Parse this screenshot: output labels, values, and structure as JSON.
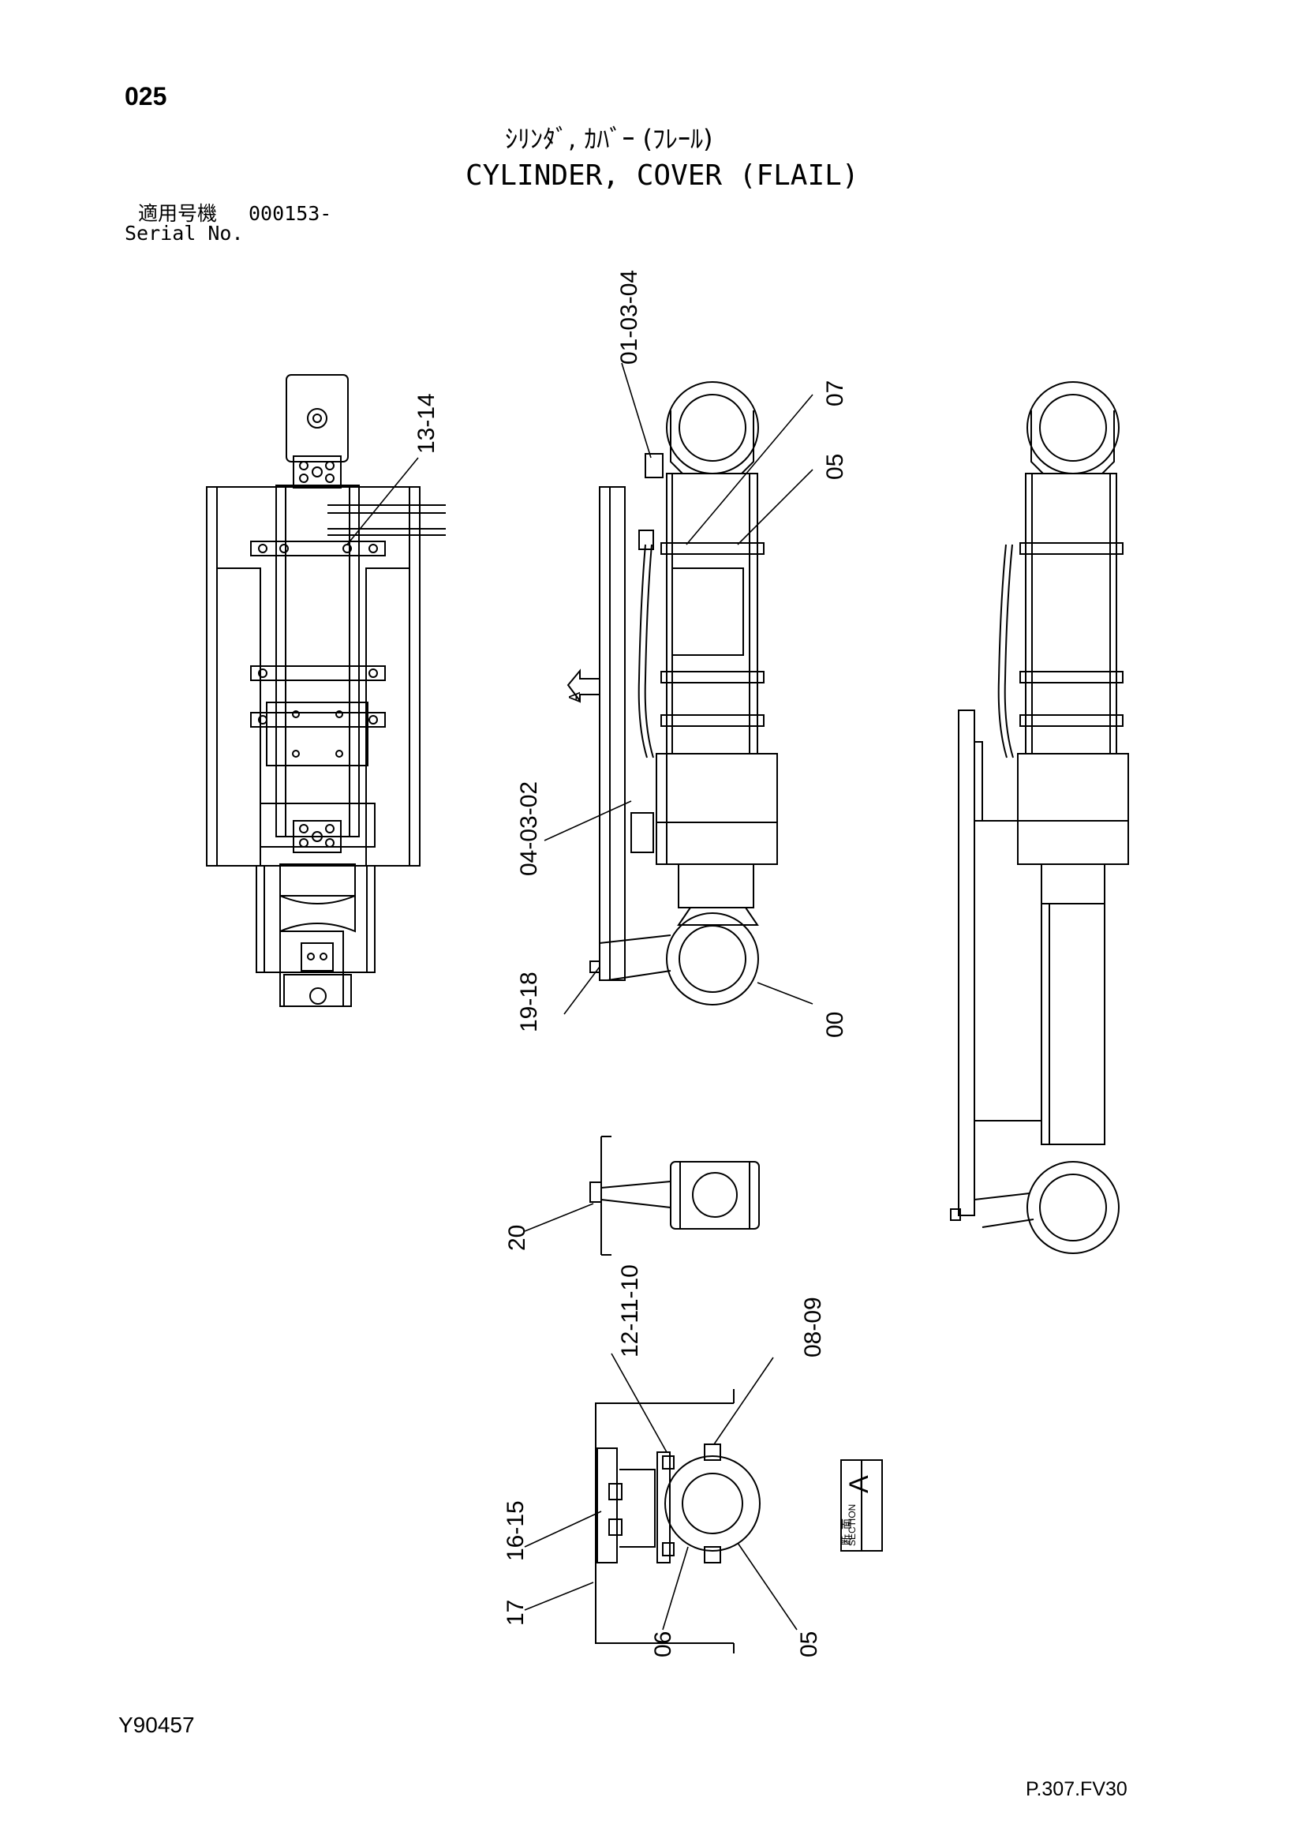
{
  "header": {
    "page_number": "025",
    "title_jp": "ｼﾘﾝﾀﾞ, ｶﾊﾞｰ (ﾌﾚｰﾙ)",
    "title_en": "CYLINDER, COVER (FLAIL)",
    "serial_label_jp": "適用号機",
    "serial_value": "000153-",
    "serial_label_en": "Serial No."
  },
  "callouts": {
    "c_01_03_04": "01-03-04",
    "c_07": "07",
    "c_05_top": "05",
    "c_13_14": "13-14",
    "c_04_03_02": "04-03-02",
    "c_19_18": "19-18",
    "c_00": "00",
    "c_20": "20",
    "c_12_11_10": "12-11-10",
    "c_08_09": "08-09",
    "c_16_15": "16-15",
    "c_17": "17",
    "c_06": "06",
    "c_05_bottom": "05",
    "view_arrow": "A"
  },
  "section_box": {
    "letter": "A",
    "kanji_1": "断",
    "kanji_2": "面",
    "word": "SECTION"
  },
  "footer": {
    "doc_code": "Y90457",
    "page_ref": "P.307.FV30"
  }
}
